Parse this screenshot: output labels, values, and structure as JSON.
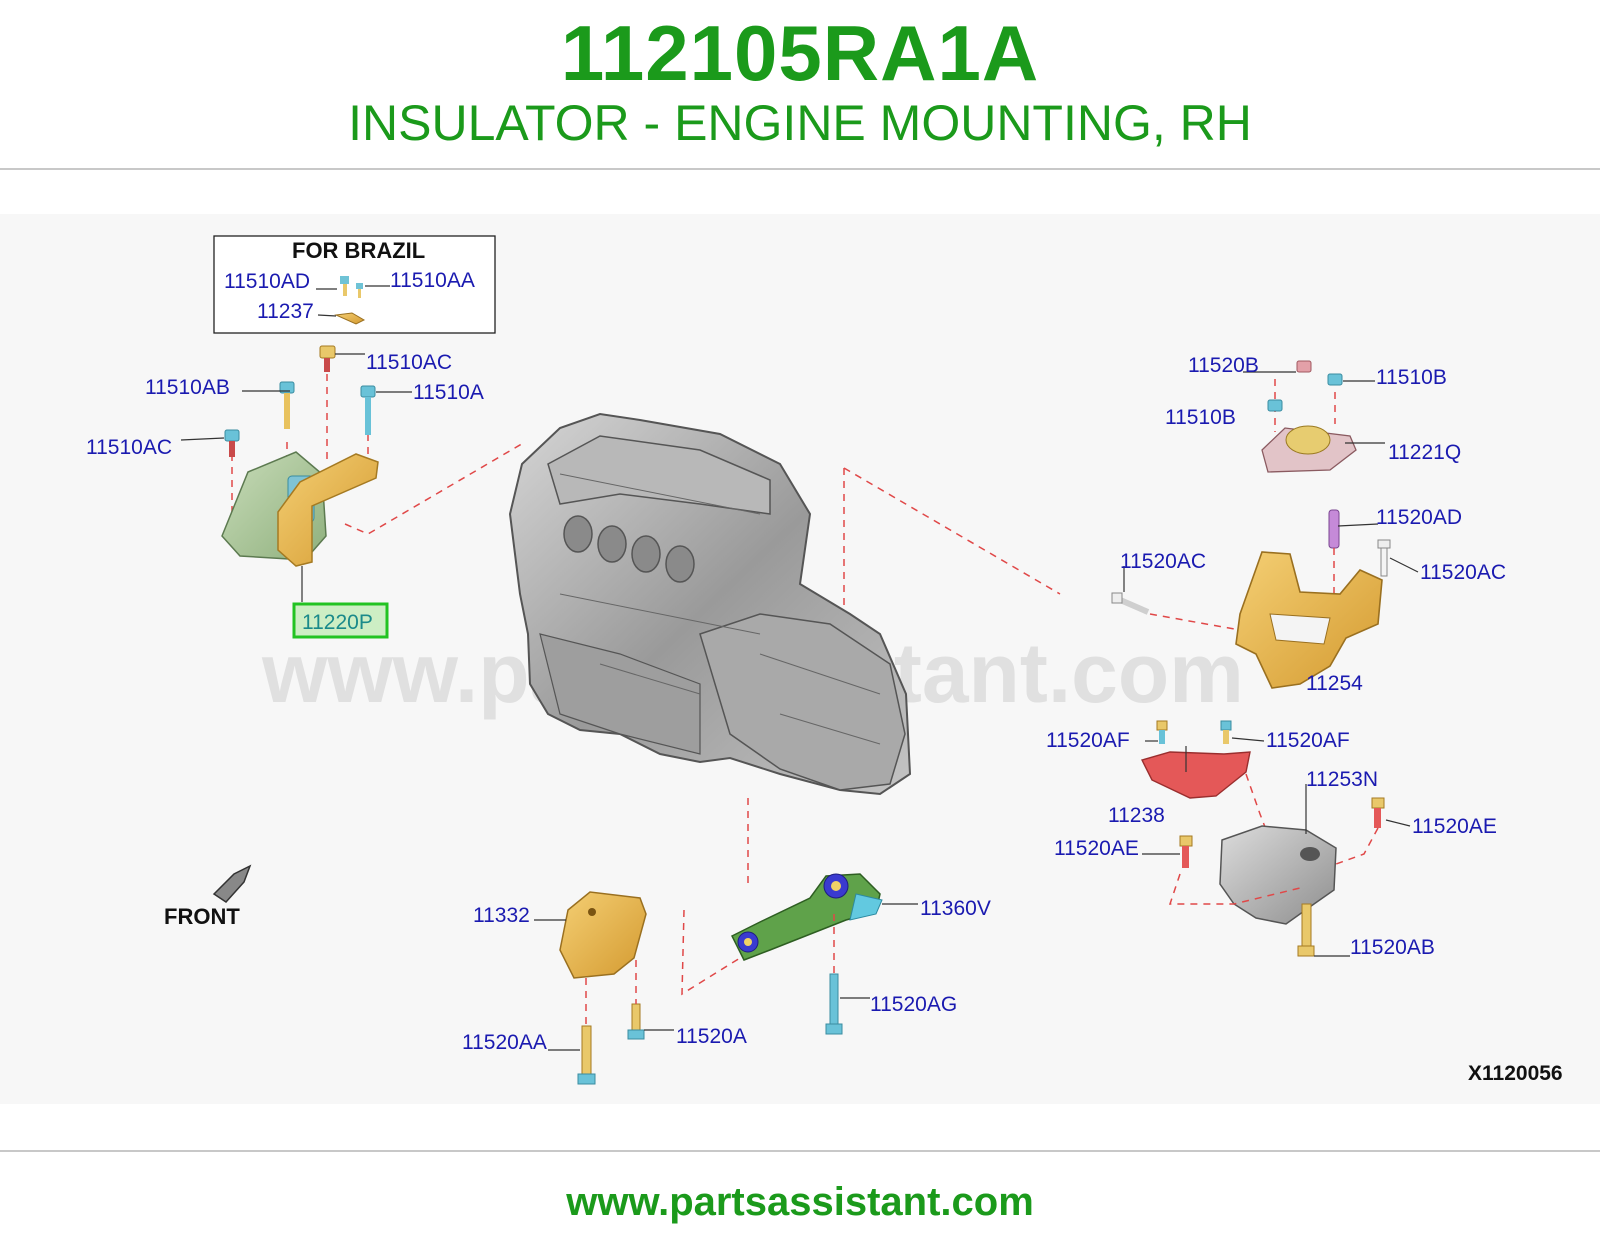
{
  "header": {
    "part_number": "112105RA1A",
    "part_name": "INSULATOR - ENGINE MOUNTING, RH"
  },
  "diagram": {
    "watermark": "www.partsassistant.com",
    "inset_title": "FOR BRAZIL",
    "front_label": "FRONT",
    "diagram_code": "X1120056",
    "highlighted_callout": "11220P",
    "callouts": {
      "c_11510AD": "11510AD",
      "c_11510AA": "11510AA",
      "c_11237": "11237",
      "c_11510AC_top": "11510AC",
      "c_11510AB": "11510AB",
      "c_11510A": "11510A",
      "c_11510AC_left": "11510AC",
      "c_11220P": "11220P",
      "c_11520B": "11520B",
      "c_11510B_right": "11510B",
      "c_11510B_left": "11510B",
      "c_11221Q": "11221Q",
      "c_11520AD": "11520AD",
      "c_11520AC_left": "11520AC",
      "c_11520AC_right": "11520AC",
      "c_11254": "11254",
      "c_11520AF_left": "11520AF",
      "c_11520AF_right": "11520AF",
      "c_11253N": "11253N",
      "c_11238": "11238",
      "c_11520AE_right": "11520AE",
      "c_11520AE_left": "11520AE",
      "c_11520AB": "11520AB",
      "c_11332": "11332",
      "c_11360V": "11360V",
      "c_11520AG": "11520AG",
      "c_11520AA": "11520AA",
      "c_11520A": "11520A"
    },
    "colors": {
      "brand_green": "#1b9a1b",
      "callout_blue": "#1a1ab0",
      "highlight_box": "#22c322",
      "leader_dash": "#e04848"
    }
  },
  "footer": {
    "url": "www.partsassistant.com"
  }
}
